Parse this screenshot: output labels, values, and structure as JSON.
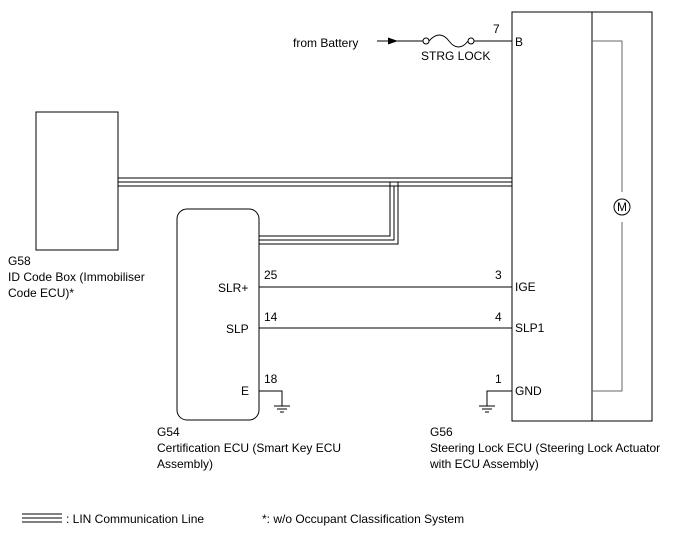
{
  "source": {
    "from_label": "from Battery"
  },
  "fuse": {
    "label": "STRG LOCK"
  },
  "ecu_g58": {
    "code": "G58",
    "name_line1": "ID Code Box (Immobiliser",
    "name_line2": "Code ECU)*"
  },
  "ecu_g54": {
    "code": "G54",
    "name_line1": "Certification ECU (Smart Key ECU",
    "name_line2": "Assembly)",
    "pins": [
      {
        "name": "SLR+",
        "num": "25"
      },
      {
        "name": "SLP",
        "num": "14"
      },
      {
        "name": "E",
        "num": "18"
      }
    ]
  },
  "ecu_g56": {
    "code": "G56",
    "name_line1": "Steering Lock ECU (Steering Lock Actuator",
    "name_line2": "with ECU Assembly)",
    "pins": [
      {
        "name": "B",
        "num": "7"
      },
      {
        "name": "IGE",
        "num": "3"
      },
      {
        "name": "SLP1",
        "num": "4"
      },
      {
        "name": "GND",
        "num": "1"
      }
    ]
  },
  "motor": {
    "label": "M"
  },
  "legend": {
    "lin_label": ": LIN Communication Line",
    "footnote": "*: w/o Occupant Classification System"
  }
}
